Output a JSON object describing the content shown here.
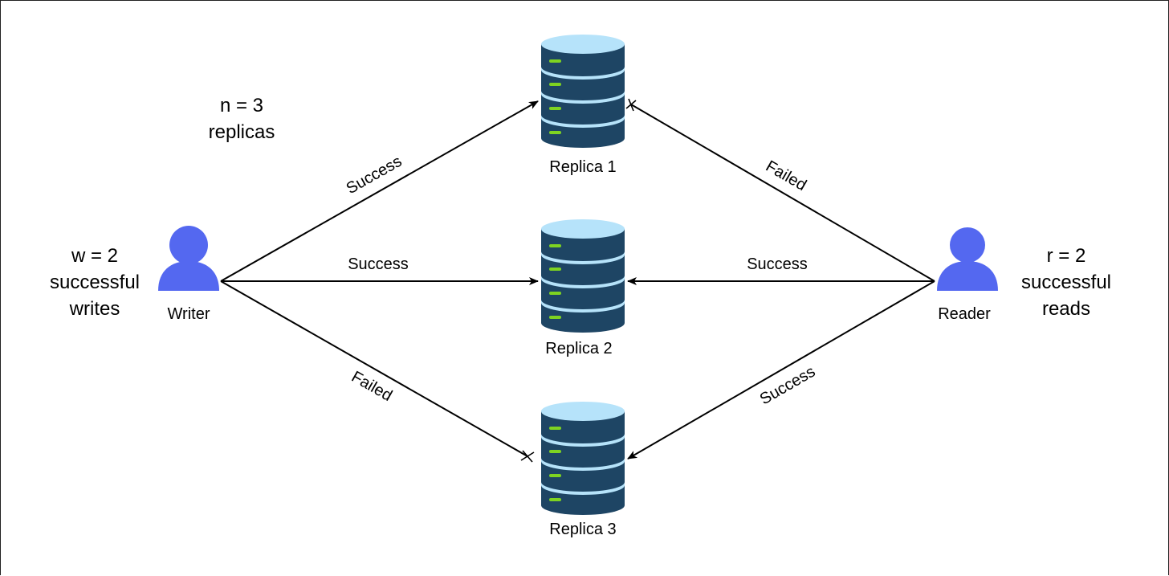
{
  "writer": {
    "label": "Writer",
    "note_lines": [
      "w = 2",
      "successful",
      "writes"
    ]
  },
  "reader": {
    "label": "Reader",
    "note_lines": [
      "r = 2",
      "successful",
      "reads"
    ]
  },
  "replica_count": {
    "lines": [
      "n = 3",
      "replicas"
    ]
  },
  "replicas": [
    {
      "label": "Replica 1"
    },
    {
      "label": "Replica 2"
    },
    {
      "label": "Replica 3"
    }
  ],
  "connections": [
    {
      "from": "Writer",
      "to": "Replica 1",
      "label": "Success",
      "status": "success"
    },
    {
      "from": "Writer",
      "to": "Replica 2",
      "label": "Success",
      "status": "success"
    },
    {
      "from": "Writer",
      "to": "Replica 3",
      "label": "Failed",
      "status": "failed"
    },
    {
      "from": "Reader",
      "to": "Replica 1",
      "label": "Failed",
      "status": "failed"
    },
    {
      "from": "Reader",
      "to": "Replica 2",
      "label": "Success",
      "status": "success"
    },
    {
      "from": "Reader",
      "to": "Replica 3",
      "label": "Success",
      "status": "success"
    }
  ],
  "colors": {
    "user": "#5468f0",
    "db_body": "#1e4564",
    "db_top": "#b6e3fa",
    "db_band": "#b6e3fa",
    "db_led": "#7ed321",
    "line": "#000000"
  },
  "icons": {
    "user": "user-icon",
    "replica": "database-icon"
  }
}
